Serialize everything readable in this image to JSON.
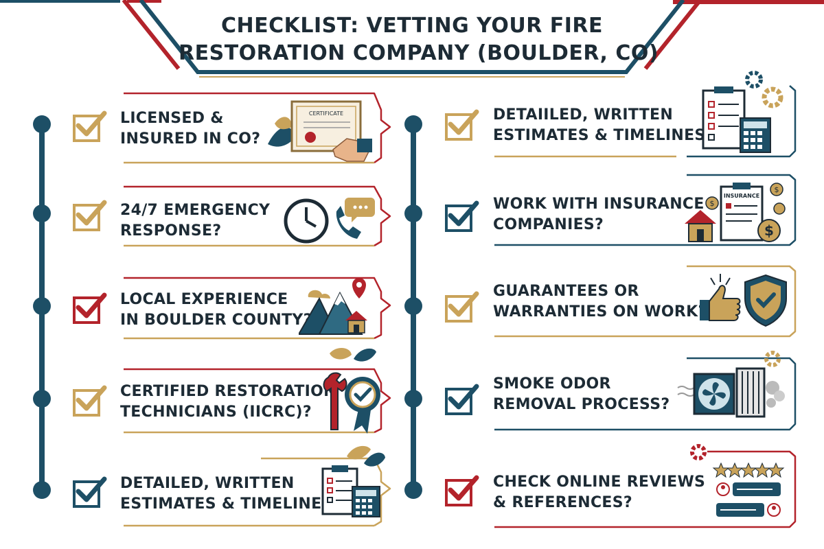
{
  "title": {
    "line1": "CHECKLIST: VETTING YOUR FIRE",
    "line2": "RESTORATION COMPANY (BOULDER, CO)"
  },
  "colors": {
    "navy": "#1d4f66",
    "red": "#b3232b",
    "gold": "#c9a35a",
    "text": "#1d2b35"
  },
  "left_items": [
    {
      "line1": "LICENSED &",
      "line2": "INSURED IN CO?",
      "check_color": "gold",
      "icon": "certificate-handshake-icon",
      "certificate_label": "CERTIFICATE"
    },
    {
      "line1": "24/7 EMERGENCY",
      "line2": "RESPONSE?",
      "check_color": "gold",
      "icon": "clock-phone-icon"
    },
    {
      "line1": "LOCAL EXPERIENCE",
      "line2": "IN BOULDER COUNTY?",
      "check_color": "red",
      "icon": "mountains-house-pin-icon"
    },
    {
      "line1": "CERTIFIED RESTORATION",
      "line2": "TECHNICIANS (IICRC)?",
      "check_color": "gold",
      "icon": "wrench-badge-icon"
    },
    {
      "line1": "DETAILED, WRITTEN",
      "line2": "ESTIMATES & TIMELINES?",
      "check_color": "navy",
      "icon": "clipboard-calculator-icon"
    }
  ],
  "right_items": [
    {
      "line1": "DETAIILED, WRITTEN",
      "line2": "ESTIMATES & TIMELINES?",
      "check_color": "gold",
      "icon": "clipboard-calculator-gears-icon"
    },
    {
      "line1": "WORK WITH INSURANCE",
      "line2": "COMPANIES?",
      "check_color": "navy",
      "icon": "insurance-document-icon",
      "insurance_label": "INSURANCE"
    },
    {
      "line1": "GUARANTEES OR",
      "line2": "WARRANTIES ON WORK?",
      "check_color": "gold",
      "icon": "thumbs-up-shield-icon"
    },
    {
      "line1": "SMOKE ODOR",
      "line2": "REMOVAL PROCESS?",
      "check_color": "navy",
      "icon": "fan-filter-icon"
    },
    {
      "line1": "CHECK ONLINE REVIEWS",
      "line2": "& REFERENCES?",
      "check_color": "red",
      "icon": "stars-reviews-icon"
    }
  ]
}
